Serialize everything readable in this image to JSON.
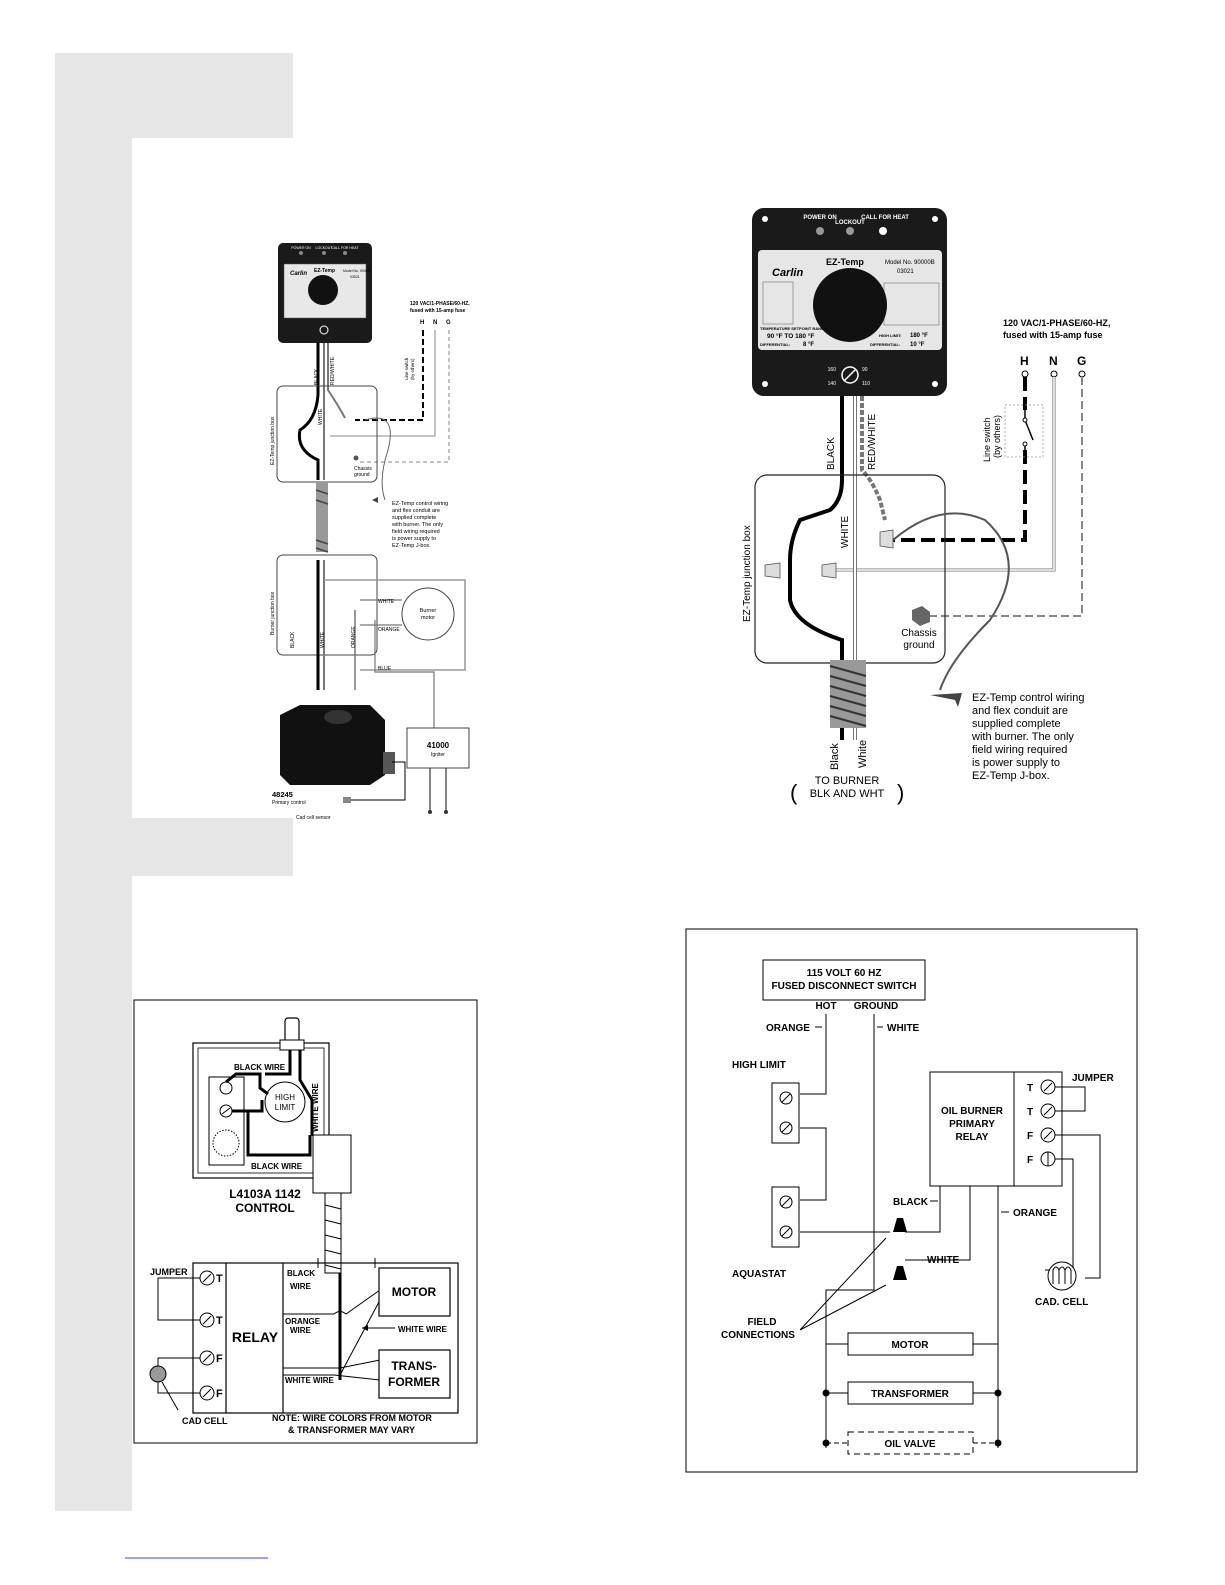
{
  "panel_tl": {
    "device_title": "EZ-Temp",
    "device_brand": "Carlin",
    "device_model": "Model No. 90000",
    "device_code": "03021",
    "led_labels": [
      "POWER ON",
      "LOCKOUT",
      "CALL FOR HEAT"
    ],
    "power_note_1": "120 VAC/1-PHASE/60-HZ,",
    "power_note_2": "fused with 15-amp fuse",
    "terminals": [
      "H",
      "N",
      "G"
    ],
    "line_switch": [
      "Line switch",
      "(by others)"
    ],
    "wire_black": "BLACK",
    "wire_redwhite": "RED/WHITE",
    "wire_white": "WHITE",
    "wire_orange": "ORANGE",
    "wire_blue": "BLUE",
    "jbox_label": "EZ-Temp junction box",
    "chassis_ground": [
      "Chassis",
      "ground"
    ],
    "note_lines": [
      "EZ-Temp control wiring",
      "and flex conduit are",
      "supplied complete",
      "with burner. The only",
      "field wiring required",
      "is power supply to",
      "EZ-Temp J-box."
    ],
    "burner_jbox_label": "Burner junction box",
    "burner_motor": [
      "Burner",
      "motor"
    ],
    "igniter_model": "41000",
    "igniter_label": "Igniter",
    "primary_model": "48245",
    "primary_label": "Primary control",
    "cad_cell_sensor": "Cad cell sensor"
  },
  "panel_tr": {
    "led_labels": [
      "POWER ON",
      "LOCKOUT",
      "CALL FOR HEAT"
    ],
    "device_title": "EZ-Temp",
    "device_brand": "Carlin",
    "device_model": "Model No. 90000B",
    "device_code": "03021",
    "spec_left": "TEMPERATURE SETPOINT RANGE:",
    "spec_range": "90 °F TO 180 °F",
    "spec_diff_left": "DIFFERENTIAL:",
    "spec_diff_val": "8 °F",
    "spec_high_limit": "HIGH LIMIT:",
    "spec_high_val": "180 °F",
    "spec_diff_right": "DIFFERENTIAL:",
    "spec_diff_right_val": "10 °F",
    "dial_marks": [
      "160",
      "90",
      "140",
      "110"
    ],
    "power_note_1": "120 VAC/1-PHASE/60-HZ,",
    "power_note_2": "fused with 15-amp fuse",
    "terminals": [
      "H",
      "N",
      "G"
    ],
    "line_switch": [
      "Line switch",
      "(by others)"
    ],
    "wire_black": "BLACK",
    "wire_redwhite": "RED/WHITE",
    "wire_white": "WHITE",
    "jbox_label": "EZ-Temp junction box",
    "chassis_ground": [
      "Chassis",
      "ground"
    ],
    "note_lines": [
      "EZ-Temp control wiring",
      "and flex conduit are",
      "supplied complete",
      "with burner. The only",
      "field wiring required",
      "is power supply to",
      "EZ-Temp J-box."
    ],
    "lead_black": "Black",
    "lead_white": "White",
    "to_burner": [
      "TO BURNER",
      "BLK AND WHT"
    ]
  },
  "panel_bl": {
    "black_wire_top": "BLACK WIRE",
    "black_wire_bottom": "BLACK WIRE",
    "white_wire_vertical": "WHITE WIRE",
    "high_limit": [
      "HIGH",
      "LIMIT"
    ],
    "control_title": [
      "L4103A 1142",
      "CONTROL"
    ],
    "jumper": "JUMPER",
    "terminals": [
      "T",
      "T",
      "F",
      "F"
    ],
    "relay": "RELAY",
    "black_wire_label": [
      "BLACK",
      "WIRE"
    ],
    "orange_wire_label": [
      "ORANGE",
      "WIRE"
    ],
    "white_wire_right": "WHITE WIRE",
    "white_wire_bottom": "WHITE WIRE",
    "motor": "MOTOR",
    "transformer": [
      "TRANS-",
      "FORMER"
    ],
    "cad_cell": "CAD CELL",
    "note": [
      "NOTE: WIRE COLORS FROM MOTOR",
      "& TRANSFORMER MAY VARY"
    ]
  },
  "panel_br": {
    "switch_title": [
      "115 VOLT 60 HZ",
      "FUSED DISCONNECT SWITCH"
    ],
    "hot": "HOT",
    "ground": "GROUND",
    "orange_top": "ORANGE",
    "white_top": "WHITE",
    "high_limit": "HIGH LIMIT",
    "relay": [
      "OIL BURNER",
      "PRIMARY",
      "RELAY"
    ],
    "jumper": "JUMPER",
    "terminals": [
      "T",
      "T",
      "F",
      "F"
    ],
    "black": "BLACK",
    "orange_right": "ORANGE",
    "white_mid": "WHITE",
    "aquastat": "AQUASTAT",
    "field_connections": [
      "FIELD",
      "CONNECTIONS"
    ],
    "cad_cell": "CAD. CELL",
    "motor": "MOTOR",
    "transformer": "TRANSFORMER",
    "oil_valve": "OIL VALVE"
  }
}
